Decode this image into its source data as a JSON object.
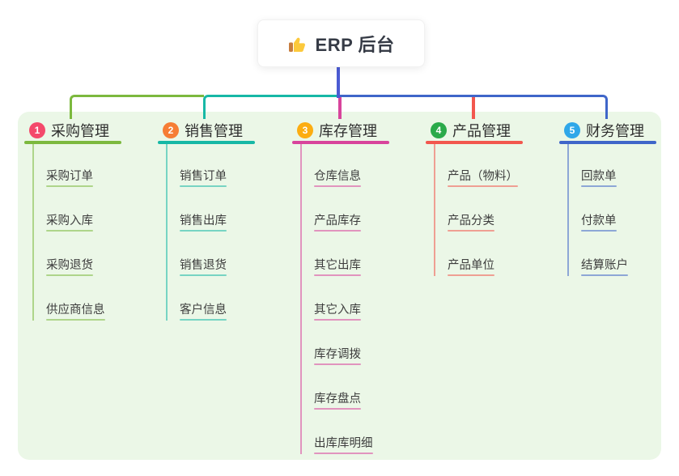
{
  "root": {
    "icon": "thumbs-up",
    "label": "ERP 后台"
  },
  "colors": {
    "canvas_bg": "#ffffff",
    "panel_bg": "#ebf7e7",
    "root_line": "#4b5bd3",
    "root_text": "#363b46",
    "node_text": "#3d3d3d"
  },
  "branches": [
    {
      "badge": "1",
      "badge_color": "#f4496b",
      "line_color": "#7cb93e",
      "label": "采购管理",
      "children": [
        "采购订单",
        "采购入库",
        "采购退货",
        "供应商信息"
      ]
    },
    {
      "badge": "2",
      "badge_color": "#f67d35",
      "line_color": "#17b8a6",
      "label": "销售管理",
      "children": [
        "销售订单",
        "销售出库",
        "销售退货",
        "客户信息"
      ]
    },
    {
      "badge": "3",
      "badge_color": "#fcad11",
      "line_color": "#d8449c",
      "label": "库存管理",
      "children": [
        "仓库信息",
        "产品库存",
        "其它出库",
        "其它入库",
        "库存调拨",
        "库存盘点",
        "出库库明细"
      ]
    },
    {
      "badge": "4",
      "badge_color": "#2aaa4a",
      "line_color": "#f2574e",
      "label": "产品管理",
      "children": [
        "产品（物料）",
        "产品分类",
        "产品单位"
      ]
    },
    {
      "badge": "5",
      "badge_color": "#2fa7e9",
      "line_color": "#3f66c9",
      "label": "财务管理",
      "children": [
        "回款单",
        "付款单",
        "结算账户"
      ]
    }
  ]
}
